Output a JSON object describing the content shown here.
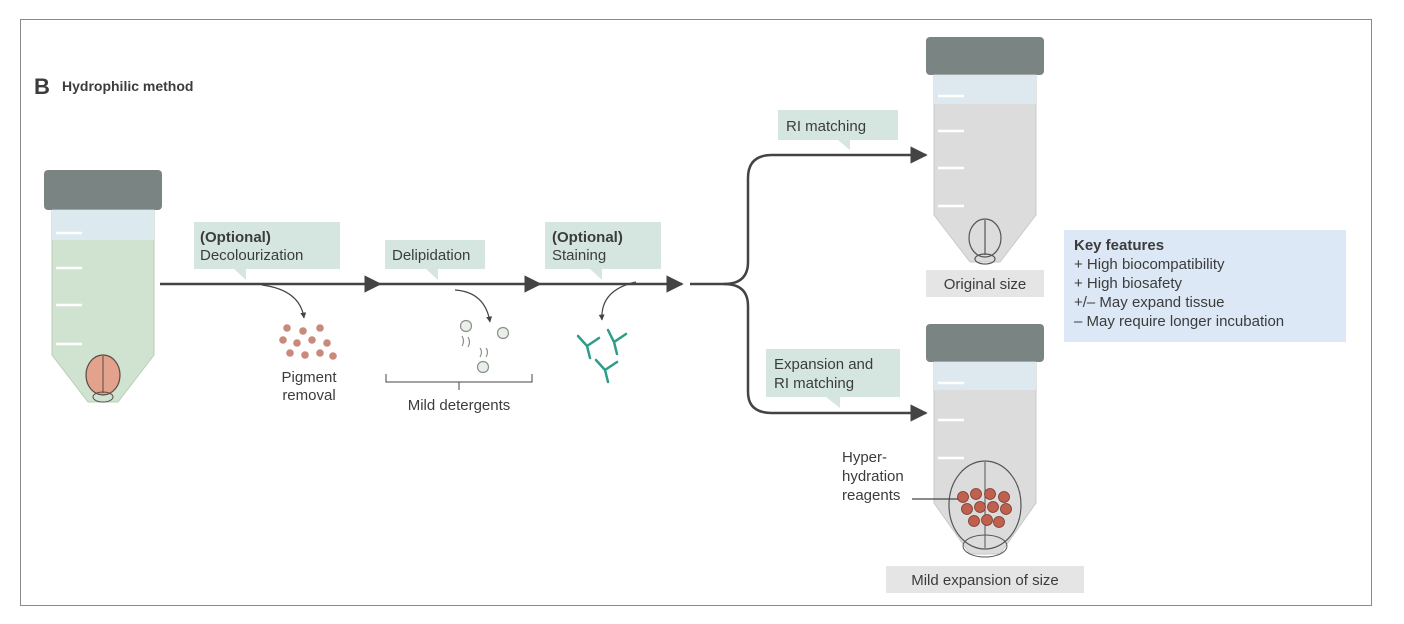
{
  "panel": {
    "letter": "B",
    "title": "Hydrophilic method"
  },
  "steps": {
    "decolourization": {
      "line1": "(Optional)",
      "line2": "Decolourization"
    },
    "delipidation": {
      "label": "Delipidation"
    },
    "staining": {
      "line1": "(Optional)",
      "line2": "Staining"
    },
    "ri_matching": {
      "label": "RI matching"
    },
    "expansion": {
      "line1": "Expansion and",
      "line2": "RI matching"
    }
  },
  "annotations": {
    "pigment": {
      "line1": "Pigment",
      "line2": "removal"
    },
    "mild_detergents": "Mild detergents",
    "original_size": "Original size",
    "mild_expansion": "Mild expansion of size",
    "hyperhydration": {
      "line1": "Hyper-",
      "line2": "hydration",
      "line3": "reagents"
    }
  },
  "key_features": {
    "title": "Key features",
    "items": [
      "+ High biocompatibility",
      "+ High biosafety",
      "+/– May expand tissue",
      "– May require longer incubation"
    ]
  },
  "colors": {
    "label_bg": "#d5e6e1",
    "tube_cap": "#7a8583",
    "tube_green": "#cfe3d0",
    "tube_grey": "#dcdcdc",
    "arrow": "#444444",
    "pigment": "#c98a7c",
    "antibody": "#2f9c87",
    "key_bg": "#dce8f5"
  }
}
